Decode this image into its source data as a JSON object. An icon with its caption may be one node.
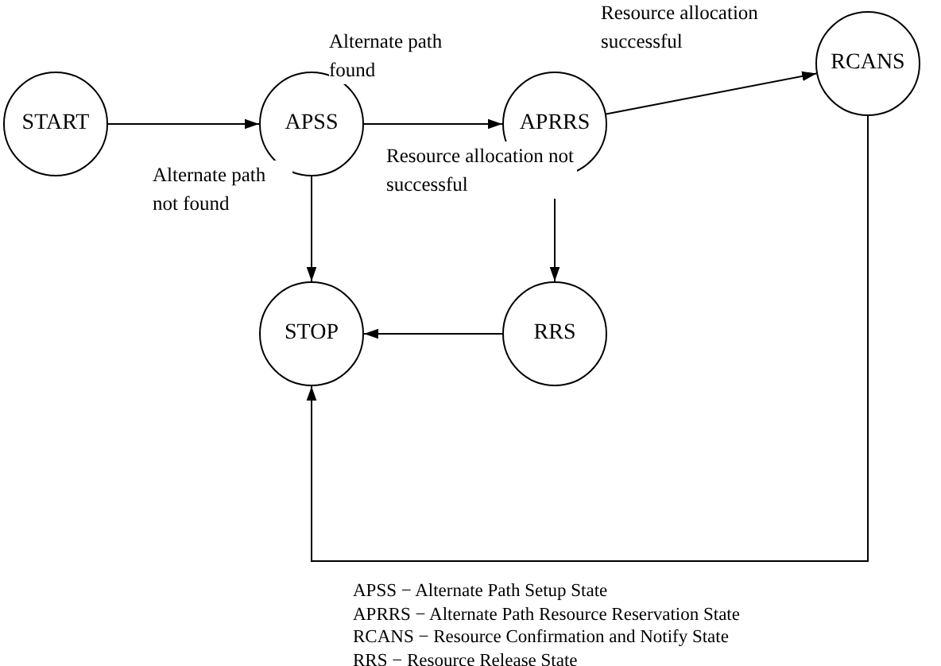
{
  "diagram": {
    "nodes": [
      {
        "text": [
          "START"
        ]
      },
      {
        "text": [
          "APSS"
        ]
      },
      {
        "text": [
          "APRRS"
        ]
      },
      {
        "text": [
          "RCANS"
        ]
      },
      {
        "text": [
          "STOP"
        ]
      },
      {
        "text": [
          "RRS"
        ]
      }
    ],
    "edges": [
      {
        "from": 0,
        "to": 1,
        "arrow": "to"
      },
      {
        "from": 1,
        "to": 2,
        "arrow": "to",
        "label": "Alternate path found"
      },
      {
        "from": 2,
        "to": 3,
        "arrow": "to",
        "label": "Resource allocation successful"
      },
      {
        "from": 1,
        "to": 4,
        "arrow": "to",
        "label": "Alternate path not found"
      },
      {
        "from": 2,
        "to": 5,
        "arrow": "to",
        "label": "Resource allocation not successful"
      },
      {
        "from": 5,
        "to": 4,
        "arrow": "to"
      },
      {
        "from": 3,
        "to": 4,
        "arrow": "to"
      }
    ],
    "labels": [
      "APSS − Alternate Path Setup State",
      "APRRS − Alternate Path Resource Reservation State",
      "RCANS − Resource Confirmation and Notify State",
      "RRS − Resource Release State"
    ]
  }
}
